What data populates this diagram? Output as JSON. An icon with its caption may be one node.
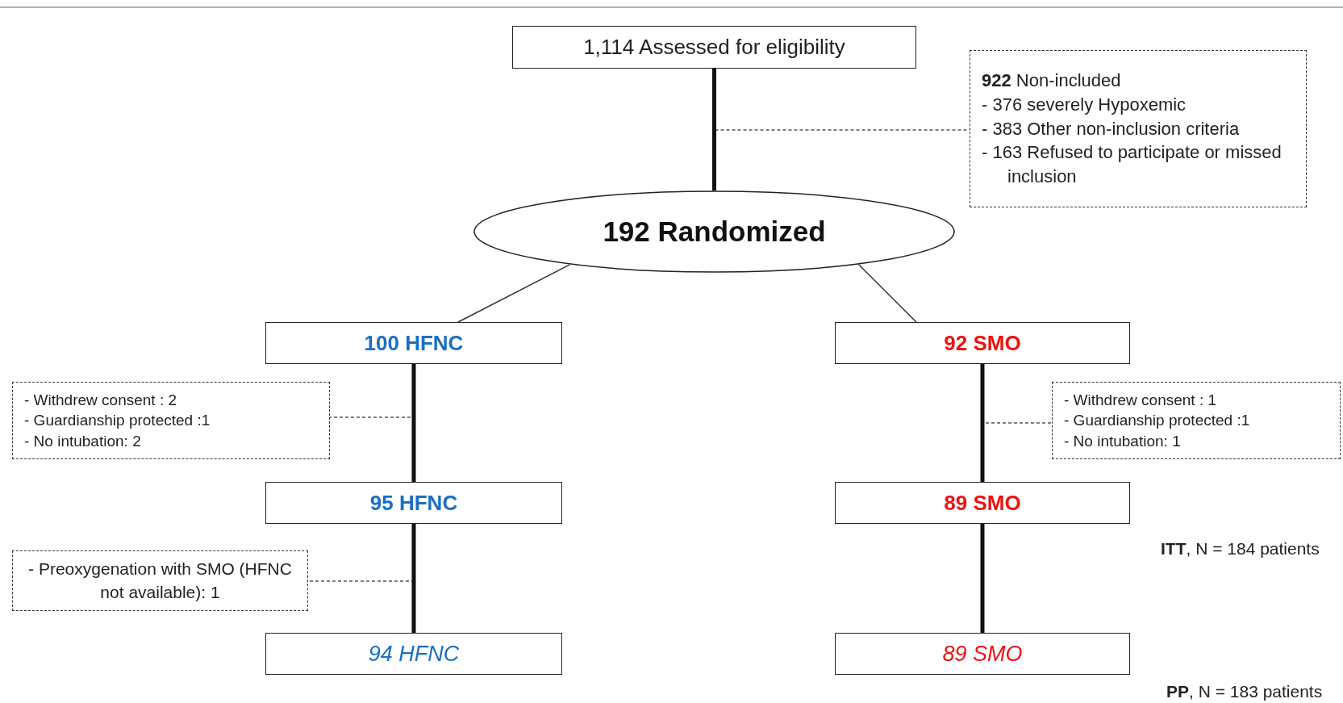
{
  "diagram": {
    "nodes": [
      {
        "text": [
          "1,114  Assessed for eligibility"
        ]
      },
      {
        "text": [
          "**922** Non-included",
          "- 376 severely Hypoxemic",
          "- 383 Other non-inclusion criteria",
          "- 163 Refused to participate or missed inclusion"
        ]
      },
      {
        "text": [
          "192 Randomized"
        ]
      },
      {
        "text": [
          "100 HFNC"
        ]
      },
      {
        "text": [
          "92 SMO"
        ]
      },
      {
        "text": [
          "- Withdrew consent : 2",
          "- Guardianship protected :1",
          "- No intubation: 2"
        ]
      },
      {
        "text": [
          "- Withdrew consent : 1",
          "- Guardianship protected :1",
          "- No intubation: 1"
        ]
      },
      {
        "text": [
          "95 HFNC"
        ]
      },
      {
        "text": [
          "89 SMO"
        ]
      },
      {
        "text": [
          "- Preoxygenation with SMO (HFNC not available): 1"
        ]
      },
      {
        "text": [
          "94 HFNC"
        ]
      },
      {
        "text": [
          "89 SMO"
        ]
      }
    ],
    "edges": [
      {
        "from": 0,
        "to": 2,
        "arrow": "none",
        "style": "thick"
      },
      {
        "from": 0,
        "to": 1,
        "arrow": "none",
        "style": "dashed"
      },
      {
        "from": 2,
        "to": 3,
        "arrow": "none"
      },
      {
        "from": 2,
        "to": 4,
        "arrow": "none"
      },
      {
        "from": 3,
        "to": 7,
        "arrow": "none",
        "style": "thick"
      },
      {
        "from": 3,
        "to": 5,
        "arrow": "none",
        "style": "dashed"
      },
      {
        "from": 4,
        "to": 8,
        "arrow": "none",
        "style": "thick"
      },
      {
        "from": 4,
        "to": 6,
        "arrow": "none",
        "style": "dashed"
      },
      {
        "from": 7,
        "to": 10,
        "arrow": "none",
        "style": "thick"
      },
      {
        "from": 7,
        "to": 9,
        "arrow": "none",
        "style": "dashed"
      },
      {
        "from": 8,
        "to": 11,
        "arrow": "none",
        "style": "thick"
      }
    ],
    "labels": [
      "**ITT**, N = 184 patients",
      "**PP**, N = 183 patients"
    ]
  }
}
